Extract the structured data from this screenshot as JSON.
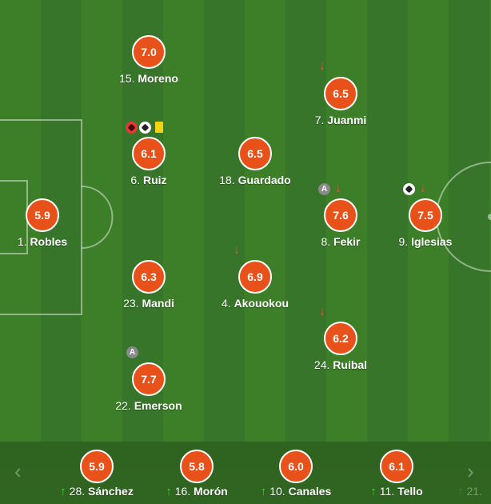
{
  "pitch_players": [
    {
      "rating": "7.0",
      "number": "15.",
      "name": "Moreno"
    },
    {
      "rating": "6.5",
      "number": "7.",
      "name": "Juanmi"
    },
    {
      "rating": "6.1",
      "number": "6.",
      "name": "Ruiz"
    },
    {
      "rating": "6.5",
      "number": "18.",
      "name": "Guardado"
    },
    {
      "rating": "5.9",
      "number": "1.",
      "name": "Robles"
    },
    {
      "rating": "7.6",
      "number": "8.",
      "name": "Fekir"
    },
    {
      "rating": "7.5",
      "number": "9.",
      "name": "Iglesias"
    },
    {
      "rating": "6.3",
      "number": "23.",
      "name": "Mandi"
    },
    {
      "rating": "6.9",
      "number": "4.",
      "name": "Akouokou"
    },
    {
      "rating": "6.2",
      "number": "24.",
      "name": "Ruibal"
    },
    {
      "rating": "7.7",
      "number": "22.",
      "name": "Emerson"
    }
  ],
  "badges": {
    "captain": "A",
    "sub_out_arrow": "↓",
    "sub_in_arrow": "↑",
    "icons": [
      "own-goal-icon",
      "goal-icon",
      "yellow-card-icon",
      "captain-icon",
      "sub-out-arrow-icon",
      "sub-in-arrow-icon"
    ]
  },
  "bench_players": [
    {
      "rating": "5.9",
      "number": "28.",
      "name": "Sánchez"
    },
    {
      "rating": "5.8",
      "number": "16.",
      "name": "Morón"
    },
    {
      "rating": "6.0",
      "number": "10.",
      "name": "Canales"
    },
    {
      "rating": "6.1",
      "number": "11.",
      "name": "Tello"
    },
    {
      "rating": "",
      "number": "21.",
      "name": ""
    }
  ],
  "nav": {
    "prev": "‹",
    "next": "›"
  },
  "colors": {
    "rating_bg": "#e8521a",
    "pitch_light": "#3d7e29",
    "pitch_dark": "#37752a",
    "sub_out": "#e0533a",
    "sub_in": "#3fe03a",
    "yellow_card": "#f6d312"
  }
}
